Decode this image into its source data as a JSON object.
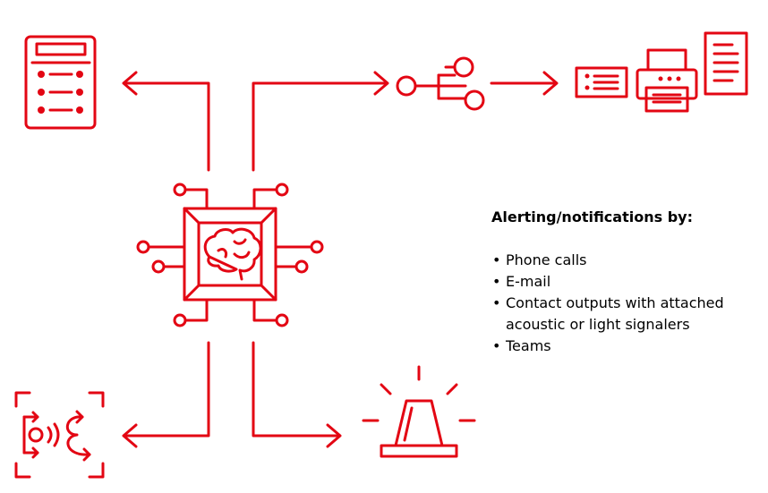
{
  "alerting": {
    "heading": "Alerting/notifications by:",
    "items": [
      "Phone calls",
      "E-mail",
      "Contact outputs with attached acoustic or light signalers",
      "Teams"
    ]
  },
  "colors": {
    "accent": "#e30613",
    "text": "#000000",
    "background": "#ffffff"
  },
  "icons": {
    "center": "ai-brain-chip-icon",
    "top_left": "control-panel-icon",
    "top_middle": "network-switch-icon",
    "top_right": "card-printer-document-icon",
    "bottom_left": "sensor-scan-icon",
    "bottom_right": "warning-beacon-icon"
  }
}
